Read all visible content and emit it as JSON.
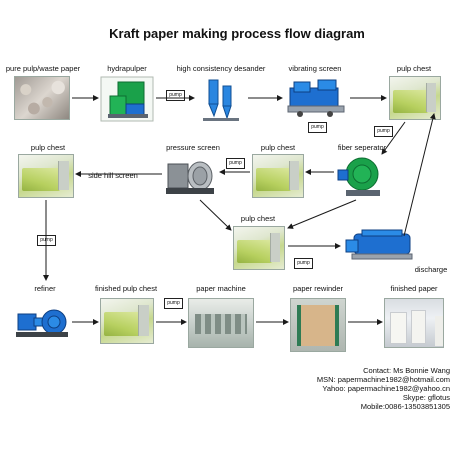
{
  "title": "Kraft paper making process flow diagram",
  "nodes": {
    "pulp": "pure pulp/waste paper",
    "hydrapulper": "hydrapulper",
    "hc_desander": "high consistency desander",
    "vibrating_screen": "vibrating screen",
    "pulp_chest_1": "pulp chest",
    "pulp_chest_2": "pulp chest",
    "pressure_screen": "pressure screen",
    "pulp_chest_3": "pulp chest",
    "fiber_separator": "fiber seperator",
    "side_hill_screen": "side hill screen",
    "pulp_chest_4": "pulp chest",
    "discharge": "discharge",
    "refiner": "refiner",
    "finished_pulp_chest": "finished pulp chest",
    "paper_machine": "paper machine",
    "paper_rewinder": "paper rewinder",
    "finished_paper": "finished paper"
  },
  "pump_label": "pump",
  "contact": {
    "line1": "Contact: Ms Bonnie Wang",
    "line2": "MSN: papermachine1982@hotmail.com",
    "line3": "Yahoo: papermachine1982@yahoo.cn",
    "line4": "Skype: gflotus",
    "line5": "Mobile:0086-13503851305"
  },
  "colors": {
    "equipment_blue": "#1e6fd0",
    "equipment_green": "#19a54a",
    "arrow": "#1a1a1a"
  }
}
